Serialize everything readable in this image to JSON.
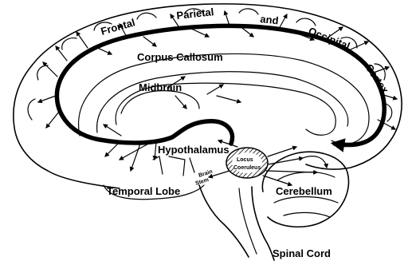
{
  "diagram": {
    "cortex_words": [
      "Frontal",
      "Parietal",
      "and",
      "Occipital",
      "Cortex"
    ],
    "labels": {
      "corpus_callosum": "Corpus Callosum",
      "midbrain": "Midbrain",
      "hypothalamus": "Hypothalamus",
      "locus_coeruleus_line1": "Locus",
      "locus_coeruleus_line2": "Coeruleus",
      "brain_stem_line1": "Brain",
      "brain_stem_line2": "Stem",
      "temporal_lobe": "Temporal Lobe",
      "cerebellum": "Cerebellum",
      "spinal_cord": "Spinal Cord"
    }
  }
}
